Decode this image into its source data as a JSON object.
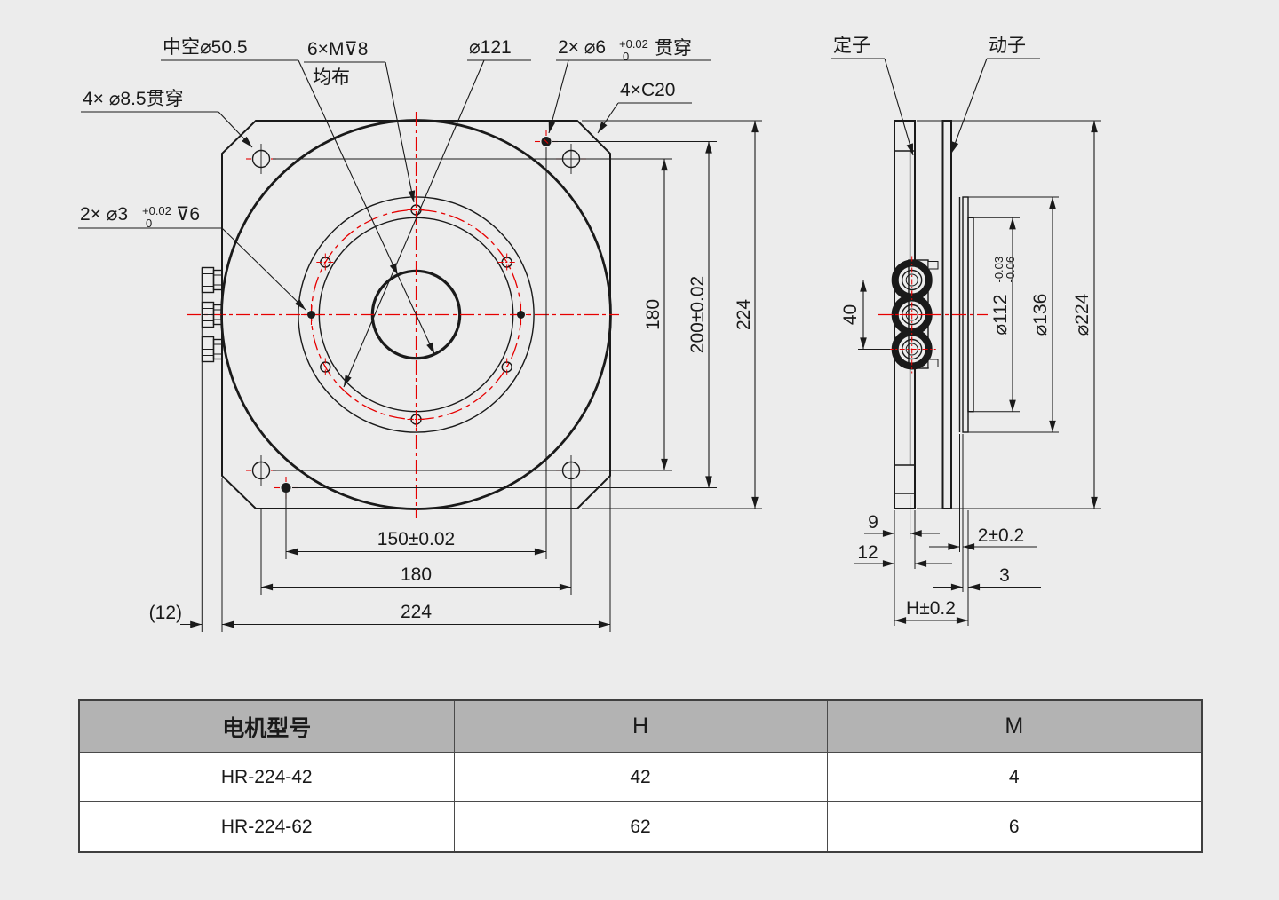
{
  "drawing": {
    "colors": {
      "line": "#1a1a1a",
      "centerline_red": "#e60000",
      "background": "#ececec"
    },
    "front_view": {
      "callouts": {
        "hollow": "中空⌀50.5",
        "tapped_line1": "6×M⊽8",
        "tapped_line2": "均布",
        "bolt_circle": "⌀121",
        "pin6_prefix": "2× ⌀6",
        "pin6_tol_upper": "+0.02",
        "pin6_tol_lower": "0",
        "pin6_suffix": "贯穿",
        "chamfer": "4×C20",
        "through_holes": "4× ⌀8.5贯穿",
        "pin3_prefix": "2× ⌀3",
        "pin3_tol_upper": "+0.02",
        "pin3_tol_lower": "0",
        "pin3_suffix": "⊽6"
      },
      "dimensions": {
        "vertical_180": "180",
        "vertical_200": "200±0.02",
        "vertical_224": "224",
        "horizontal_150": "150±0.02",
        "horizontal_180": "180",
        "horizontal_224": "224",
        "connector_offset": "(12)"
      }
    },
    "side_view": {
      "callouts": {
        "stator": "定子",
        "mover": "动子"
      },
      "dimensions": {
        "gland_spacing": "40",
        "dia_112": "⌀112",
        "dia_112_tol_upper": "-0.03",
        "dia_112_tol_lower": "-0.06",
        "dia_136": "⌀136",
        "dia_224": "⌀224",
        "depth_9": "9",
        "depth_12": "12",
        "air_gap": "2±0.2",
        "plate_3": "3",
        "total_height": "H±0.2"
      }
    }
  },
  "spec_table": {
    "headers": [
      "电机型号",
      "H",
      "M"
    ],
    "rows": [
      {
        "model": "HR-224-42",
        "h": "42",
        "m": "4"
      },
      {
        "model": "HR-224-62",
        "h": "62",
        "m": "6"
      }
    ]
  }
}
